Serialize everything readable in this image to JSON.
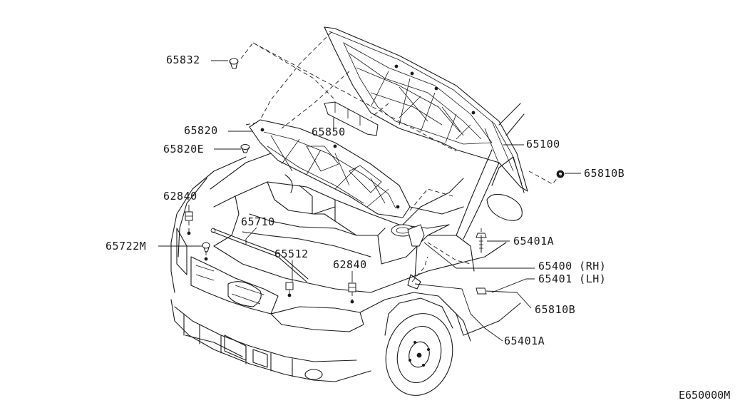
{
  "diagram": {
    "drawing_code": "E650000M",
    "labels": {
      "hood_stopper_upper": "65832",
      "hood_insulator": "65820",
      "hood_insulator_clip": "65820E",
      "hood_reinforcement": "65850",
      "hood_panel": "65100",
      "bumper_rubber_upper": "65810B",
      "hood_stay": "65710",
      "hood_bumper_left": "62840",
      "hood_bumper_mid": "62840",
      "stay_clip": "65722M",
      "stay_holder": "65512",
      "hinge_bolt_upper": "65401A",
      "hinge_rh": "65400 (RH)",
      "hinge_lh": "65401 (LH)",
      "bumper_rubber_lower": "65810B",
      "hinge_bolt_lower": "65401A"
    },
    "line_color": "#1a1a1a",
    "background": "#ffffff"
  }
}
